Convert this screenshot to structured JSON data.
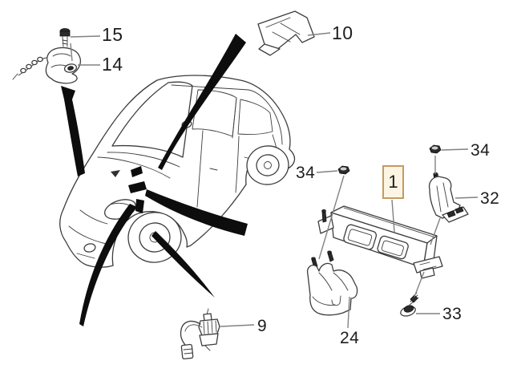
{
  "figure": {
    "type": "parts-diagram",
    "callouts": {
      "c15": "15",
      "c14": "14",
      "c10": "10",
      "c34_left": "34",
      "c1": "1",
      "c34_right": "34",
      "c32": "32",
      "c33": "33",
      "c24": "24",
      "c9": "9"
    },
    "highlight": {
      "label": "1",
      "border_color": "#c49a62",
      "fill_color": "#fcf5e3"
    },
    "colors": {
      "background": "#ffffff",
      "line": "#3d3d3d",
      "leader": "#828282",
      "arrow": "#0d0d0d",
      "text": "#1d1d1d"
    }
  }
}
